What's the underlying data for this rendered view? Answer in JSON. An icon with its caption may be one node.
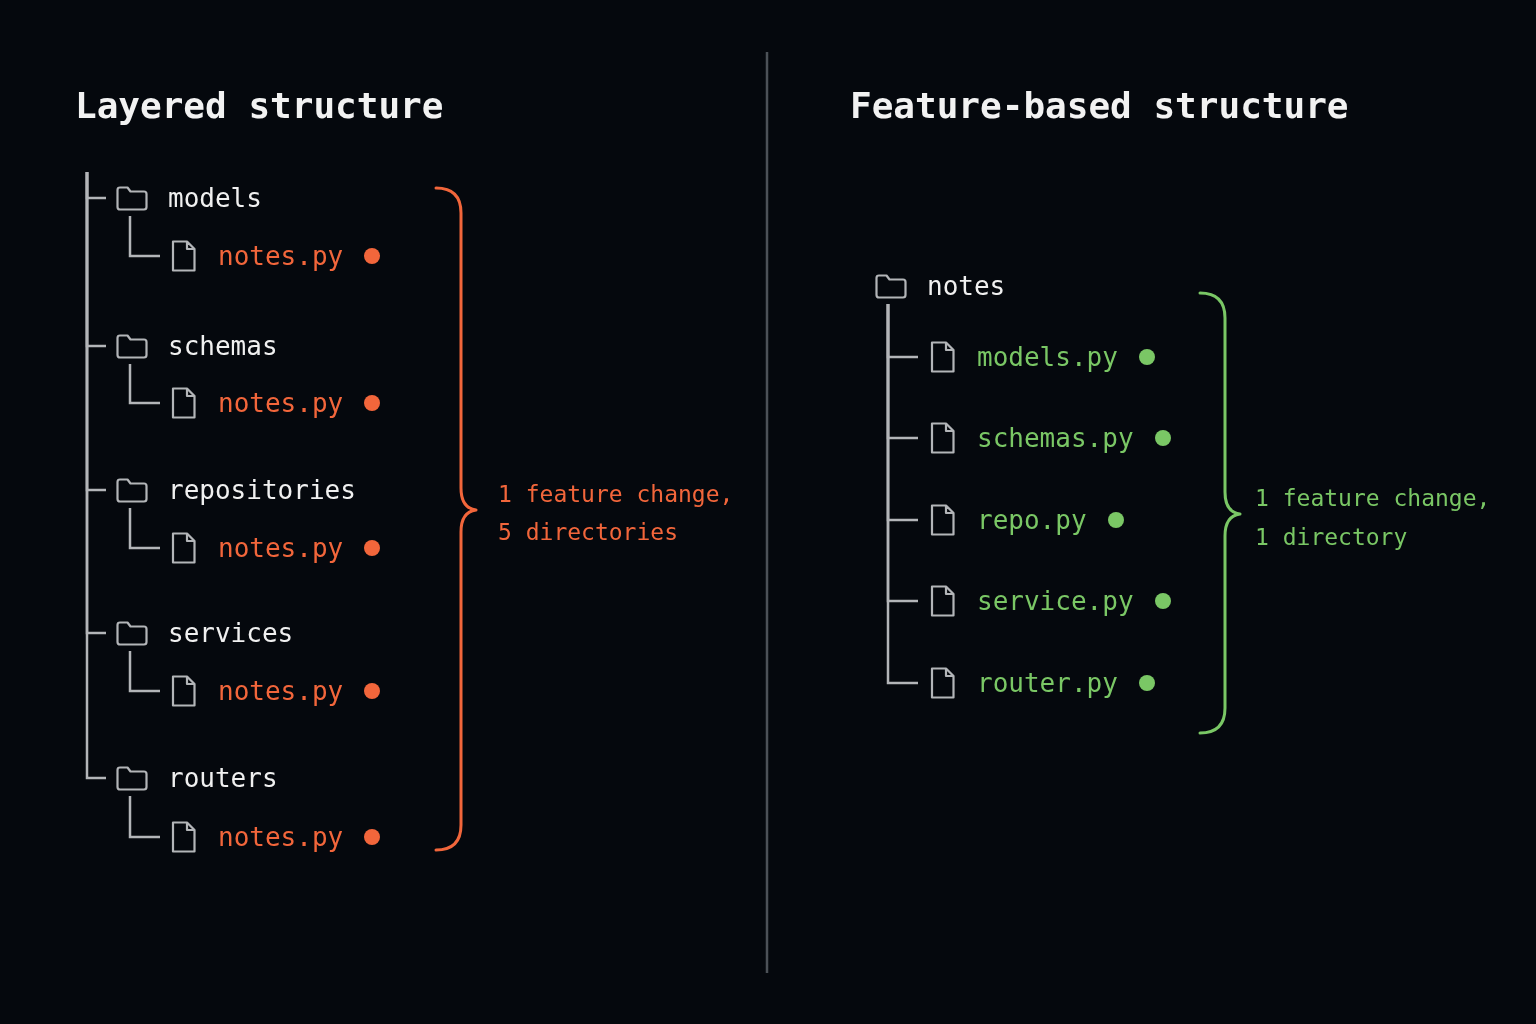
{
  "diagram": {
    "nodes": [
      {
        "text": [
          "models"
        ]
      },
      {
        "text": [
          "notes.py"
        ]
      },
      {
        "text": [
          "schemas"
        ]
      },
      {
        "text": [
          "notes.py"
        ]
      },
      {
        "text": [
          "repositories"
        ]
      },
      {
        "text": [
          "notes.py"
        ]
      },
      {
        "text": [
          "services"
        ]
      },
      {
        "text": [
          "notes.py"
        ]
      },
      {
        "text": [
          "routers"
        ]
      },
      {
        "text": [
          "notes.py"
        ]
      },
      {
        "text": [
          "notes"
        ]
      },
      {
        "text": [
          "models.py"
        ]
      },
      {
        "text": [
          "schemas.py"
        ]
      },
      {
        "text": [
          "repo.py"
        ]
      },
      {
        "text": [
          "service.py"
        ]
      },
      {
        "text": [
          "router.py"
        ]
      }
    ],
    "edges": [
      {
        "from": null,
        "to": 0,
        "arrow": "none"
      },
      {
        "from": null,
        "to": 2,
        "arrow": "none"
      },
      {
        "from": null,
        "to": 4,
        "arrow": "none"
      },
      {
        "from": null,
        "to": 6,
        "arrow": "none"
      },
      {
        "from": null,
        "to": 8,
        "arrow": "none"
      },
      {
        "from": 0,
        "to": 1,
        "arrow": "none"
      },
      {
        "from": 2,
        "to": 3,
        "arrow": "none"
      },
      {
        "from": 4,
        "to": 5,
        "arrow": "none"
      },
      {
        "from": 6,
        "to": 7,
        "arrow": "none"
      },
      {
        "from": 8,
        "to": 9,
        "arrow": "none"
      },
      {
        "from": 10,
        "to": 11,
        "arrow": "none"
      },
      {
        "from": 10,
        "to": 12,
        "arrow": "none"
      },
      {
        "from": 10,
        "to": 13,
        "arrow": "none"
      },
      {
        "from": 10,
        "to": 14,
        "arrow": "none"
      },
      {
        "from": 10,
        "to": 15,
        "arrow": "none"
      }
    ],
    "labels": [
      "Layered structure",
      "Feature-based structure",
      "1 feature change, 5 directories",
      "1 feature change, 1 directory"
    ]
  }
}
